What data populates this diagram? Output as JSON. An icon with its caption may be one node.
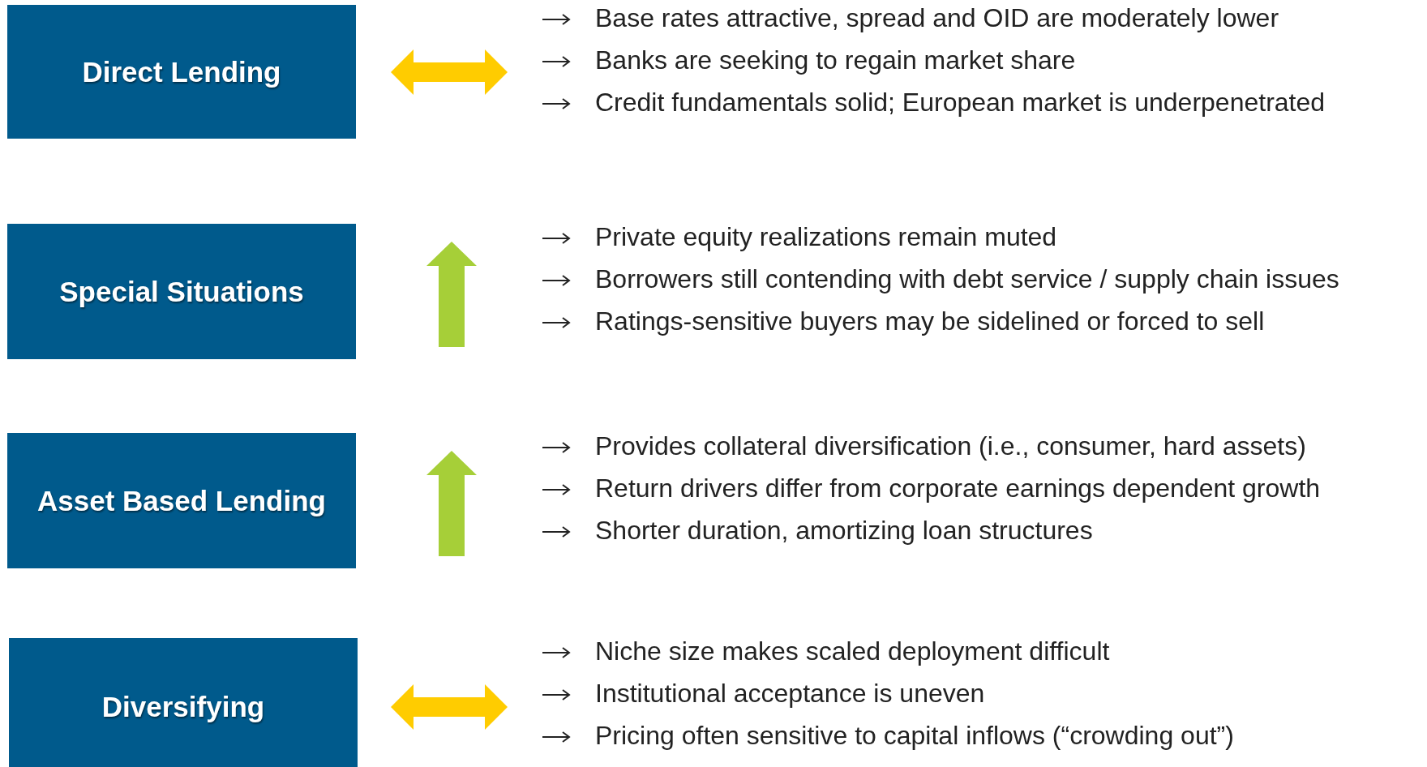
{
  "diagram": {
    "nodes": [
      {
        "text": [
          "Direct Lending"
        ],
        "beside": [
          "Base rates attractive, spread and OID are moderately lower",
          "Banks are seeking to regain market share",
          "Credit fundamentals solid; European market is underpenetrated"
        ]
      },
      {
        "text": [
          "Special Situations"
        ],
        "beside": [
          "Private equity realizations remain muted",
          "Borrowers still contending with debt service / supply chain issues",
          "Ratings-sensitive buyers may be sidelined or forced to sell"
        ]
      },
      {
        "text": [
          "Asset Based Lending"
        ],
        "beside": [
          "Provides collateral diversification (i.e., consumer, hard assets)",
          "Return drivers differ from corporate earnings dependent growth",
          "Shorter duration, amortizing loan structures"
        ]
      },
      {
        "text": [
          "Diversifying"
        ],
        "beside": [
          "Niche size makes scaled deployment difficult",
          "Institutional acceptance is uneven",
          "Pricing often sensitive to capital inflows (“crowding out”)"
        ]
      }
    ]
  }
}
